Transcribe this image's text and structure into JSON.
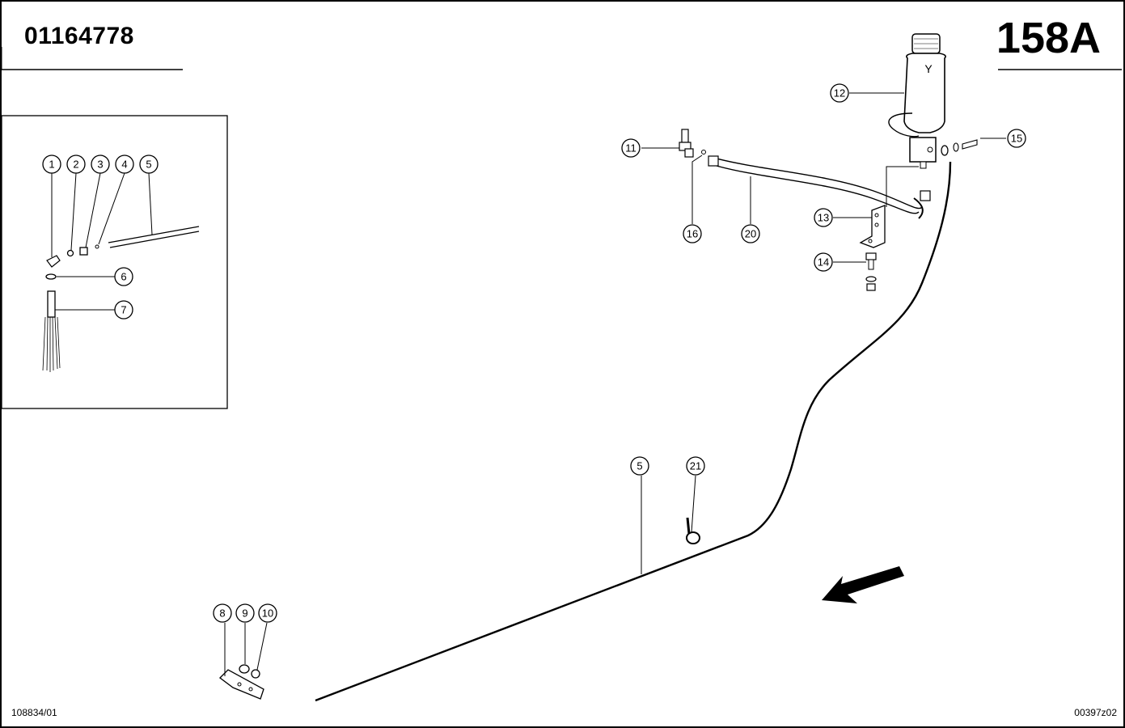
{
  "header": {
    "doc_number": "01164778",
    "page_code": "158A"
  },
  "footer": {
    "left_ref": "108834/01",
    "right_ref": "00397z02"
  },
  "callouts": {
    "c1": "1",
    "c2": "2",
    "c3": "3",
    "c4": "4",
    "c5a": "5",
    "c6": "6",
    "c7": "7",
    "c8": "8",
    "c9": "9",
    "c10": "10",
    "c11": "11",
    "c12": "12",
    "c13": "13",
    "c14": "14",
    "c15": "15",
    "c16": "16",
    "c20": "20",
    "c5b": "5",
    "c21": "21"
  },
  "reservoir_mark": "Y"
}
